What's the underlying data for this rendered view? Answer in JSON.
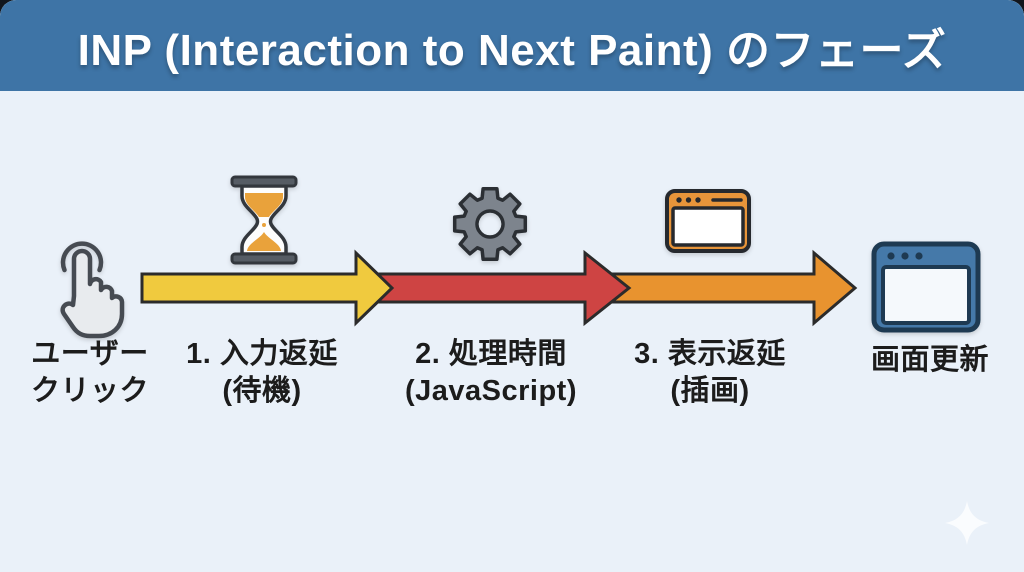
{
  "header": {
    "title": "INP (Interaction to Next Paint) のフェーズ"
  },
  "flow": {
    "start": {
      "icon": "tap-hand-icon",
      "label_line1": "ユーザー",
      "label_line2": "クリック"
    },
    "phases": [
      {
        "icon": "hourglass-icon",
        "label_line1": "1. 入力返延",
        "label_line2": "(待機)",
        "arrow_color": "#F0CA3E"
      },
      {
        "icon": "gear-icon",
        "label_line1": "2. 処理時間",
        "label_line2": "(JavaScript)",
        "arrow_color": "#CE4443"
      },
      {
        "icon": "browser-window-orange-icon",
        "label_line1": "3. 表示返延",
        "label_line2": "(插画)",
        "arrow_color": "#E8932F"
      }
    ],
    "end": {
      "icon": "browser-window-blue-icon",
      "label": "画面更新"
    }
  },
  "colors": {
    "header_bg": "#3E74A6",
    "canvas_bg": "#EAF1F9",
    "outline": "#2B2B2B",
    "arrow_yellow": "#F0CA3E",
    "arrow_red": "#CE4443",
    "arrow_orange": "#E8932F",
    "hand_fill": "#E8EBEE",
    "hourglass_cap": "#565C64",
    "sand": "#E9A23B",
    "gear_fill": "#7D848D",
    "window_orange": "#E8953A",
    "window_blue": "#4579A9",
    "text": "#1C1C1C"
  }
}
